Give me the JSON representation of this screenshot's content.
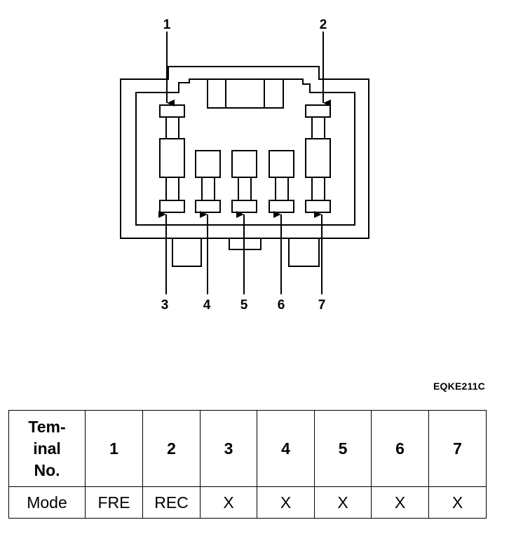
{
  "diagram": {
    "pin_labels_top": [
      "1",
      "2"
    ],
    "pin_labels_bottom": [
      "3",
      "4",
      "5",
      "6",
      "7"
    ],
    "figure_code": "EQKE211C"
  },
  "table": {
    "header_label_lines": [
      "Tem-",
      "inal",
      "No."
    ],
    "terminals": [
      "1",
      "2",
      "3",
      "4",
      "5",
      "6",
      "7"
    ],
    "mode_label": "Mode",
    "modes": [
      "FRE",
      "REC",
      "X",
      "X",
      "X",
      "X",
      "X"
    ]
  },
  "colors": {
    "ink": "#000000",
    "paper": "#ffffff"
  }
}
